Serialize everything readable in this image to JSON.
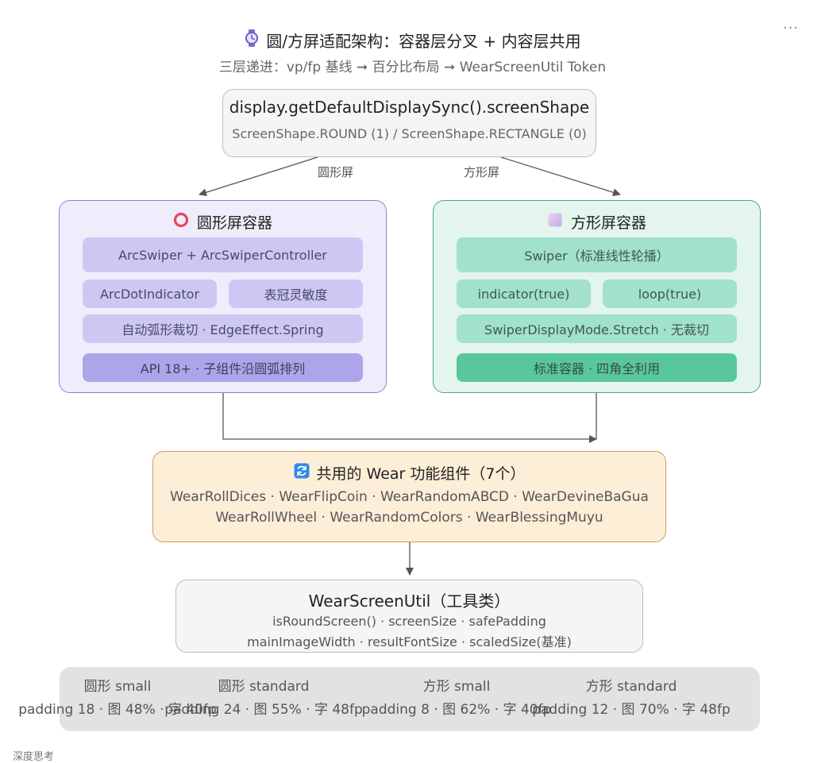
{
  "header": {
    "title": "圆/方屏适配架构：容器层分叉 + 内容层共用",
    "title_icon": "watch-icon",
    "subtitle": "三层递进：vp/fp 基线 ➞ 百分比布局 ➞ WearScreenUtil Token",
    "more_label": "···"
  },
  "display_node": {
    "title": "display.getDefaultDisplaySync().screenShape",
    "subtitle": "ScreenShape.ROUND (1) / ScreenShape.RECTANGLE (0)"
  },
  "edges": {
    "round_label": "圆形屏",
    "square_label": "方形屏"
  },
  "round_container": {
    "title": "圆形屏容器",
    "icon": "circle-icon",
    "color": "#efedfb",
    "items": {
      "swiper": "ArcSwiper + ArcSwiperController",
      "dot": "ArcDotIndicator",
      "crown": "表冠灵敏度",
      "clip": "自动弧形裁切 · EdgeEffect.Spring",
      "api": "API 18+ · 子组件沿圆弧排列"
    }
  },
  "square_container": {
    "title": "方形屏容器",
    "icon": "square-icon",
    "color": "#e3f5ed",
    "items": {
      "swiper": "Swiper（标准线性轮播）",
      "indicator": "indicator(true)",
      "loop": "loop(true)",
      "display_mode": "SwiperDisplayMode.Stretch · 无裁切",
      "standard": "标准容器 · 四角全利用"
    }
  },
  "shared_node": {
    "title": "共用的 Wear 功能组件（7个）",
    "icon": "refresh-icon",
    "line1": "WearRollDices · WearFlipCoin · WearRandomABCD · WearDevineBaGua",
    "line2": "WearRollWheel · WearRandomColors · WearBlessingMuyu"
  },
  "util_node": {
    "title": "WearScreenUtil（工具类）",
    "line1": "isRoundScreen() · screenSize · safePadding",
    "line2": "mainImageWidth · resultFontSize · scaledSize(基准)"
  },
  "presets": [
    {
      "name": "圆形 small",
      "spec": "padding 18 · 图 48% · 字 40fp"
    },
    {
      "name": "圆形 standard",
      "spec": "padding 24 · 图 55% · 字 48fp"
    },
    {
      "name": "方形 small",
      "spec": "padding 8 · 图 62% · 字 40fp"
    },
    {
      "name": "方形 standard",
      "spec": "padding 12 · 图 70% · 字 48fp"
    }
  ],
  "footer": {
    "stub": "深度思考"
  }
}
